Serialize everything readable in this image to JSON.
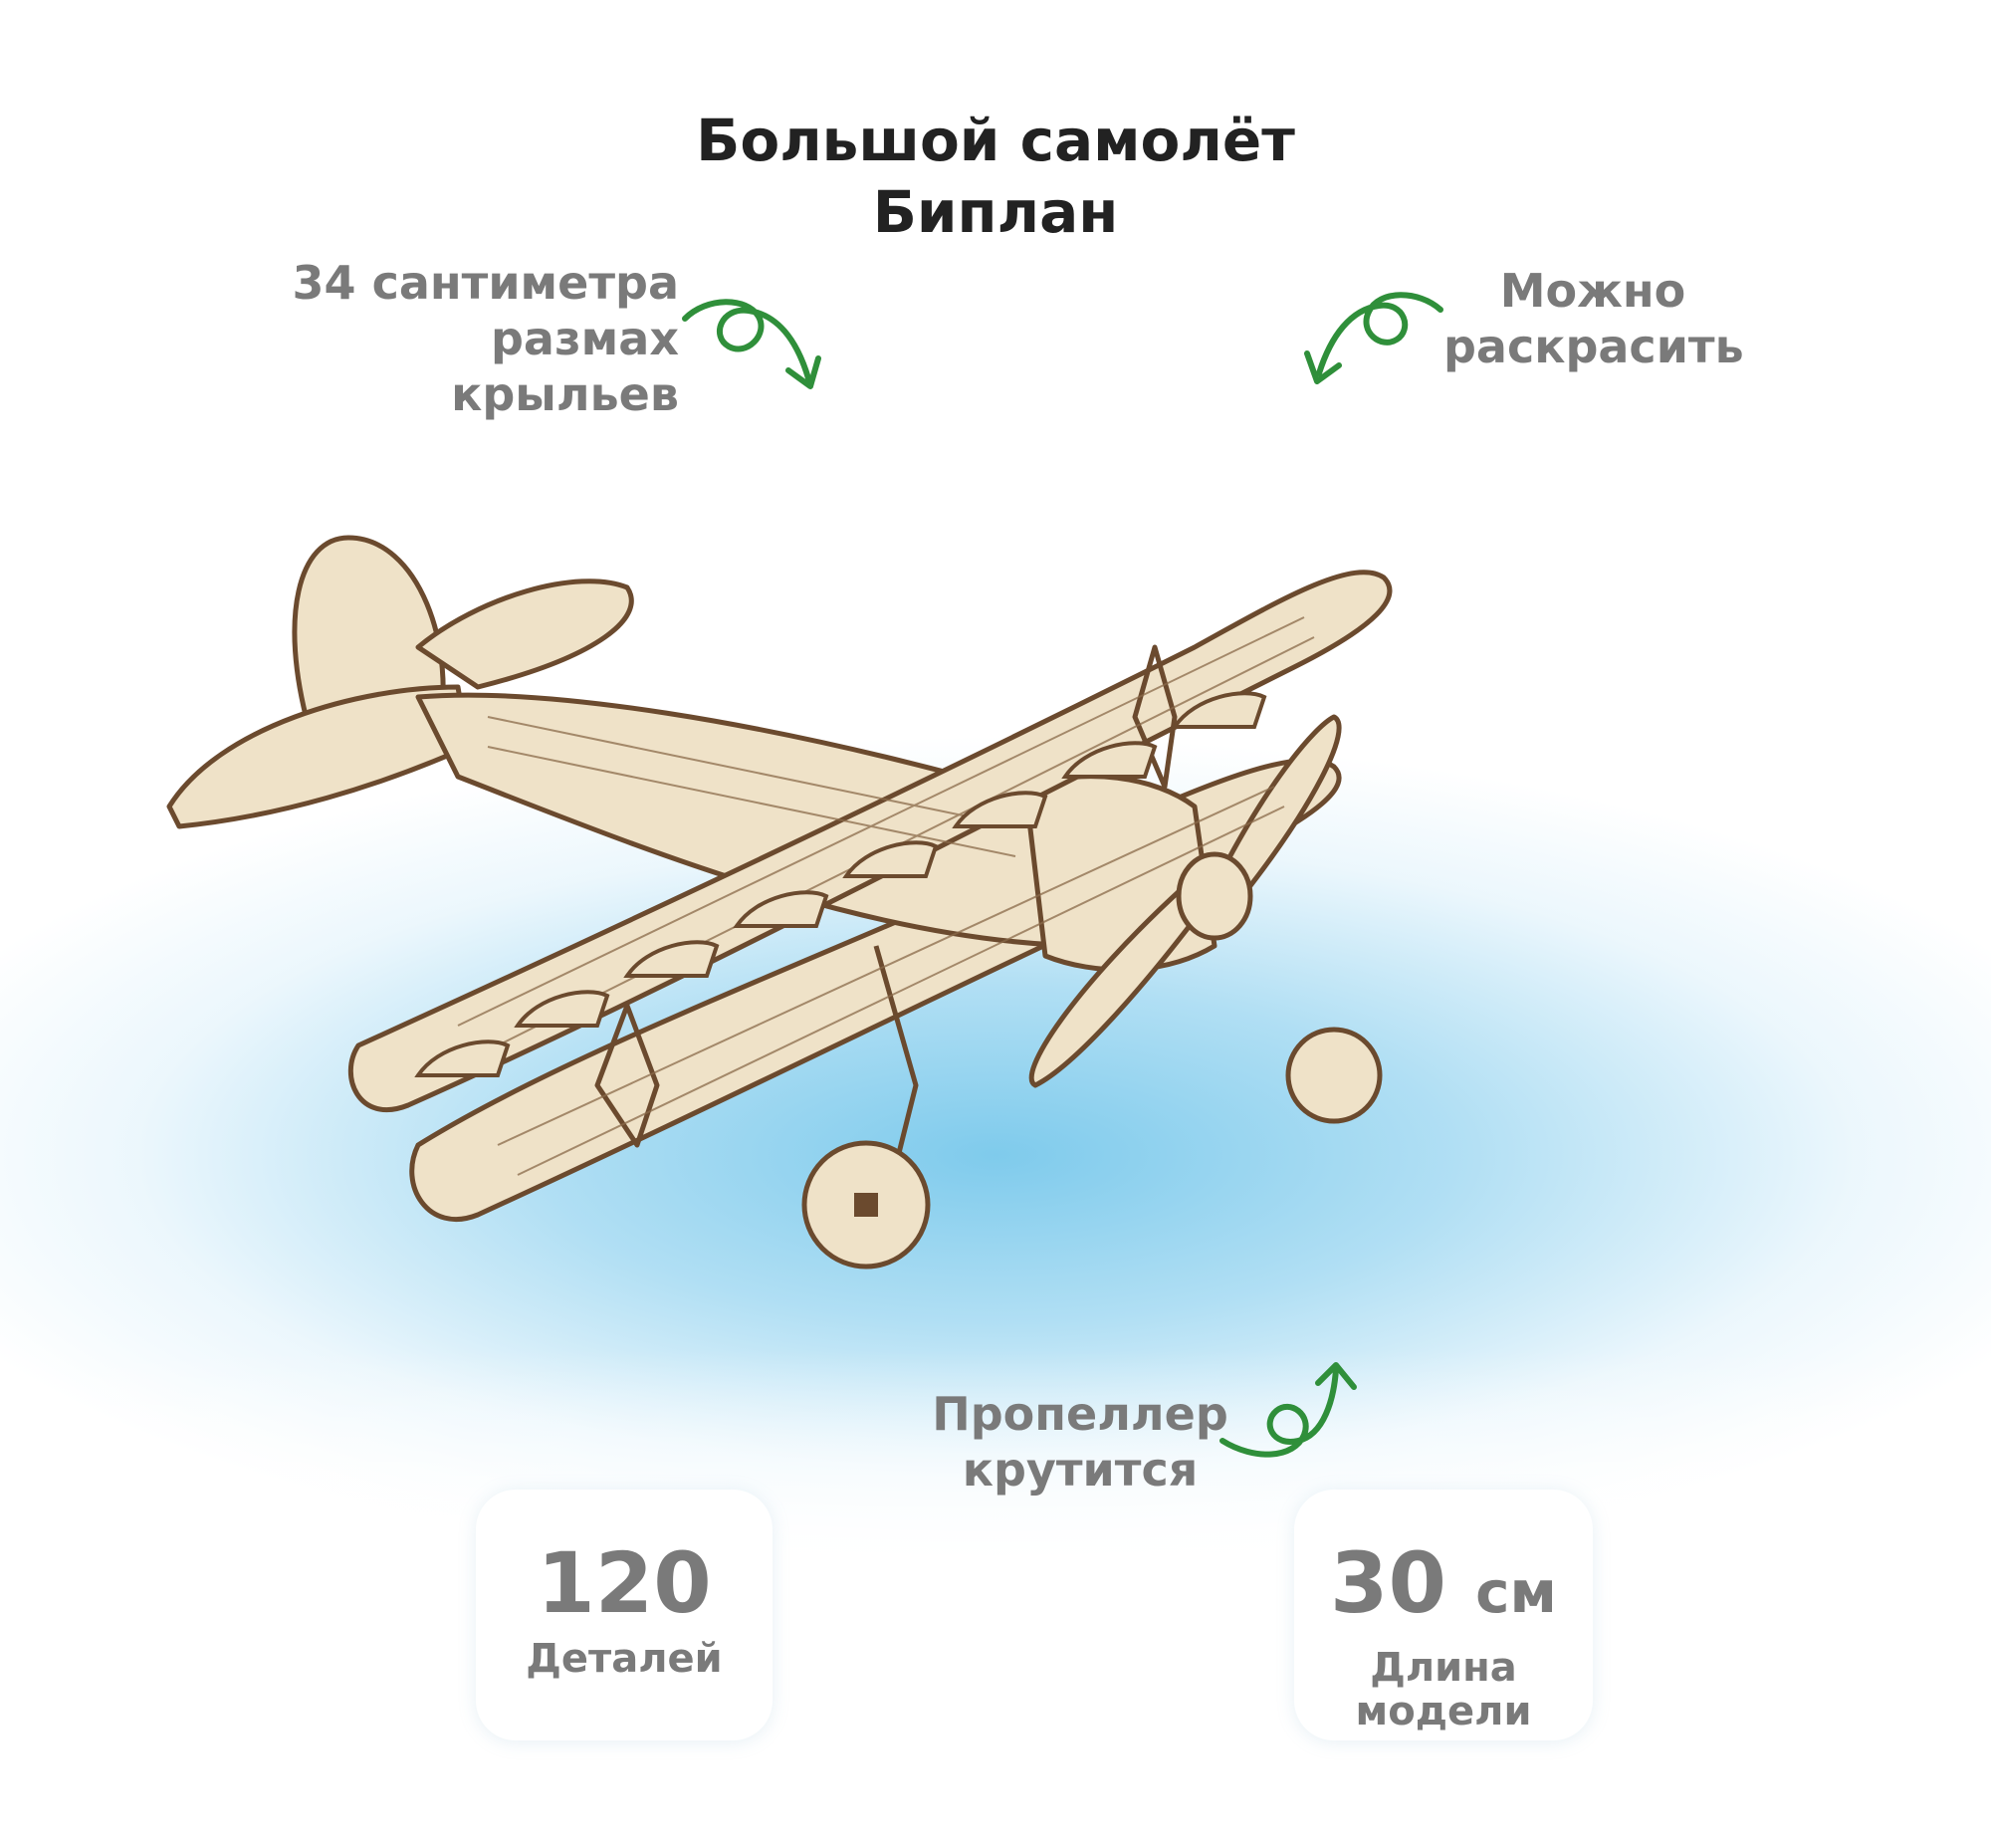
{
  "title": {
    "line1": "Большой самолёт",
    "line2": "Биплан"
  },
  "labels": {
    "wingspan": {
      "line1": "34 сантиметра",
      "line2": "размах крыльев"
    },
    "paint": {
      "line1": "Можно",
      "line2": "раскрасить"
    },
    "propeller": {
      "line1": "Пропеллер",
      "line2": "крутится"
    }
  },
  "cards": {
    "parts": {
      "value": "120",
      "caption": "Деталей"
    },
    "length": {
      "value": "30",
      "unit": "см",
      "caption_line1": "Длина",
      "caption_line2": "модели"
    }
  },
  "colors": {
    "arrow_green": "#2f8f3a",
    "text_gray": "#7a7a7a",
    "title_dark": "#222222",
    "wood": "#efe2c8",
    "wood_edge": "#6b4a2e",
    "sky_blue": "#9fd6ef"
  }
}
